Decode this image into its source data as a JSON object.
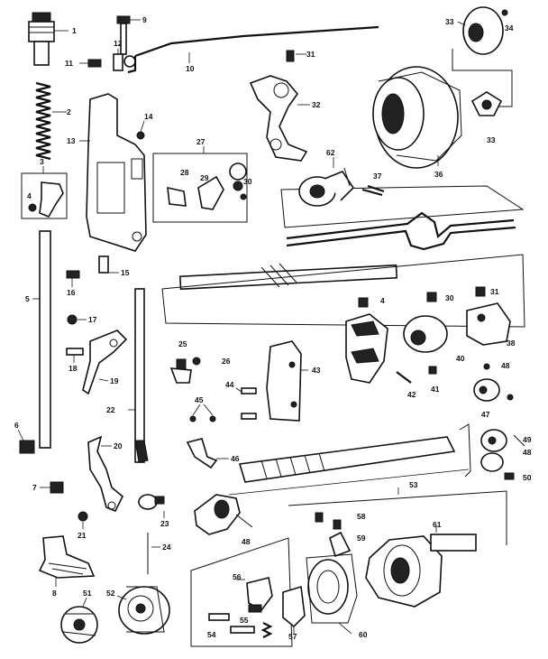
{
  "callouts": [
    {
      "id": "c1",
      "text": "1"
    },
    {
      "id": "c2",
      "text": "2"
    },
    {
      "id": "c3",
      "text": "3"
    },
    {
      "id": "c4a",
      "text": "4"
    },
    {
      "id": "c5",
      "text": "5"
    },
    {
      "id": "c6",
      "text": "6"
    },
    {
      "id": "c7",
      "text": "7"
    },
    {
      "id": "c8",
      "text": "8"
    },
    {
      "id": "c9",
      "text": "9"
    },
    {
      "id": "c10",
      "text": "10"
    },
    {
      "id": "c11",
      "text": "11"
    },
    {
      "id": "c12",
      "text": "12"
    },
    {
      "id": "c13",
      "text": "13"
    },
    {
      "id": "c14",
      "text": "14"
    },
    {
      "id": "c15",
      "text": "15"
    },
    {
      "id": "c16",
      "text": "16"
    },
    {
      "id": "c17",
      "text": "17"
    },
    {
      "id": "c18",
      "text": "18"
    },
    {
      "id": "c19",
      "text": "19"
    },
    {
      "id": "c20",
      "text": "20"
    },
    {
      "id": "c21",
      "text": "21"
    },
    {
      "id": "c22",
      "text": "22"
    },
    {
      "id": "c23",
      "text": "23"
    },
    {
      "id": "c24",
      "text": "24"
    },
    {
      "id": "c25",
      "text": "25"
    },
    {
      "id": "c26",
      "text": "26"
    },
    {
      "id": "c27",
      "text": "27"
    },
    {
      "id": "c28",
      "text": "28"
    },
    {
      "id": "c29",
      "text": "29"
    },
    {
      "id": "c30a",
      "text": "30"
    },
    {
      "id": "c31a",
      "text": "31"
    },
    {
      "id": "c32",
      "text": "32"
    },
    {
      "id": "c33a",
      "text": "33"
    },
    {
      "id": "c34",
      "text": "34"
    },
    {
      "id": "c33b",
      "text": "33"
    },
    {
      "id": "c36",
      "text": "36"
    },
    {
      "id": "c37",
      "text": "37"
    },
    {
      "id": "c62",
      "text": "62"
    },
    {
      "id": "c4b",
      "text": "4"
    },
    {
      "id": "c30b",
      "text": "30"
    },
    {
      "id": "c31b",
      "text": "31"
    },
    {
      "id": "c38",
      "text": "38"
    },
    {
      "id": "c40",
      "text": "40"
    },
    {
      "id": "c41",
      "text": "41"
    },
    {
      "id": "c42",
      "text": "42"
    },
    {
      "id": "c43",
      "text": "43"
    },
    {
      "id": "c44",
      "text": "44"
    },
    {
      "id": "c45",
      "text": "45"
    },
    {
      "id": "c46",
      "text": "46"
    },
    {
      "id": "c47",
      "text": "47"
    },
    {
      "id": "c48a",
      "text": "48"
    },
    {
      "id": "c48b",
      "text": "48"
    },
    {
      "id": "c48c",
      "text": "48"
    },
    {
      "id": "c49",
      "text": "49"
    },
    {
      "id": "c50",
      "text": "50"
    },
    {
      "id": "c51",
      "text": "51"
    },
    {
      "id": "c52",
      "text": "52"
    },
    {
      "id": "c53",
      "text": "53"
    },
    {
      "id": "c54",
      "text": "54"
    },
    {
      "id": "c55",
      "text": "55"
    },
    {
      "id": "c56",
      "text": "56"
    },
    {
      "id": "c57",
      "text": "57"
    },
    {
      "id": "c58",
      "text": "58"
    },
    {
      "id": "c59",
      "text": "59"
    },
    {
      "id": "c60",
      "text": "60"
    },
    {
      "id": "c61",
      "text": "61"
    }
  ]
}
